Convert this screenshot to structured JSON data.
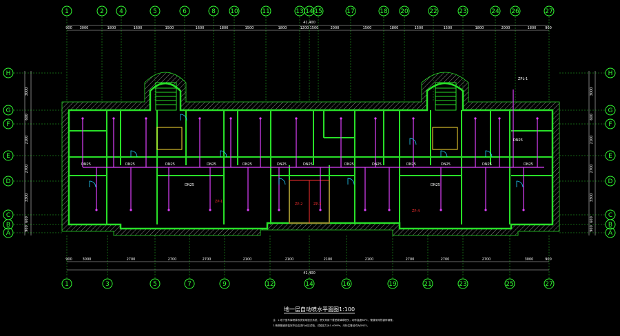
{
  "colors": {
    "background": "#000000",
    "grid": "#33ff33",
    "wall": "#28e028",
    "hatch": "#8a8a8a",
    "dim": "#cfcfcf",
    "pipe": "#e040ff",
    "door": "#ffe033",
    "cyan": "#22d0ff",
    "red": "#ff3030",
    "white": "#ffffff"
  },
  "axes": {
    "top": [
      "1",
      "2",
      "4",
      "5",
      "6",
      "8",
      "10",
      "11",
      "13",
      "14",
      "15",
      "17",
      "18",
      "20",
      "22",
      "23",
      "24",
      "26",
      "27"
    ],
    "bottom": [
      "1",
      "3",
      "5",
      "7",
      "9",
      "12",
      "14",
      "16",
      "19",
      "21",
      "23",
      "25",
      "27"
    ],
    "left": [
      "H",
      "G",
      "F",
      "E",
      "D",
      "C",
      "B",
      "A"
    ],
    "right": [
      "H",
      "G",
      "F",
      "E",
      "D",
      "C",
      "B",
      "A"
    ]
  },
  "top_dims": [
    "900",
    "3000",
    "1800",
    "1600",
    "1500",
    "1600",
    "1800",
    "1500",
    "1800",
    "1200",
    "1500",
    "2000",
    "1500",
    "1800",
    "1500",
    "1500",
    "1800",
    "2000",
    "1800",
    "900"
  ],
  "bottom_dims": [
    "900",
    "3000",
    "2700",
    "2700",
    "2700",
    "2100",
    "2100",
    "2100",
    "2100",
    "2700",
    "2700",
    "2700",
    "3000",
    "900"
  ],
  "total_dims": {
    "top": "41,400",
    "bottom": "41,400"
  },
  "side_dims": {
    "left": [
      "3000",
      "600",
      "2100",
      "2700",
      "3300",
      "600",
      "900"
    ],
    "right": [
      "3000",
      "600",
      "2100",
      "2700",
      "3300",
      "600",
      "900"
    ]
  },
  "pipe_tags": [
    "DN25",
    "DN25",
    "DN25",
    "DN25",
    "DN25",
    "DN25",
    "DN25",
    "DN25",
    "DN25",
    "DN25",
    "DN25",
    "DN25",
    "DN25",
    "DN25",
    "DN25",
    "DN25"
  ],
  "red_tags": [
    "ZP-1",
    "ZP-2",
    "ZP-3",
    "ZP-4"
  ],
  "riser_label": "ZPL-1",
  "title": "地一层自动喷水平面图1:100",
  "notes": [
    "注：1.地下室车库喷淋系统采用湿式系统，喷头采用下垂型玻璃球喷头，动作温度68℃，管道采用热镀锌钢管。",
    "2.喷淋管道安装完毕后应进行水压试验，试验压力为1.40MPa，未标注管径均为DN25。"
  ]
}
